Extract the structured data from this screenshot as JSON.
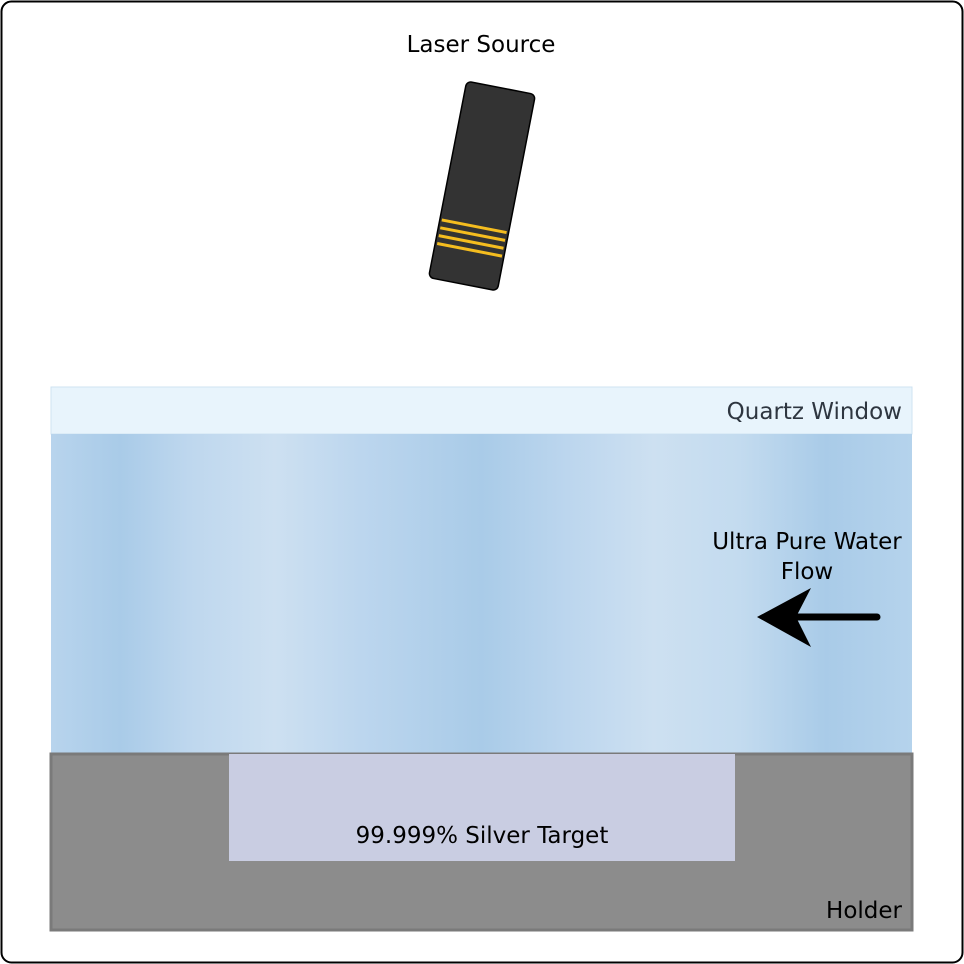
{
  "labels": {
    "laser_source": "Laser Source",
    "quartz_window": "Quartz Window",
    "water_flow_line1": "Ultra Pure Water",
    "water_flow_line2": "Flow",
    "silver_target": "99.999% Silver Target",
    "holder": "Holder"
  },
  "colors": {
    "frame_stroke": "#000000",
    "laser_body": "#333333",
    "laser_bands": "#f5bd1f",
    "quartz_fill": "#e8f4fc",
    "water_base": "#b5d3ec",
    "water_light": "#cde0f0",
    "water_dark": "#a6c9e6",
    "holder_fill": "#8c8c8c",
    "holder_edge": "#7a7a7a",
    "target_fill": "#c9cde2",
    "arrow": "#000000",
    "quartz_label": "#2e3640"
  },
  "icons": {
    "flow_arrow": "arrow-left-icon",
    "laser": "laser-head-icon"
  }
}
